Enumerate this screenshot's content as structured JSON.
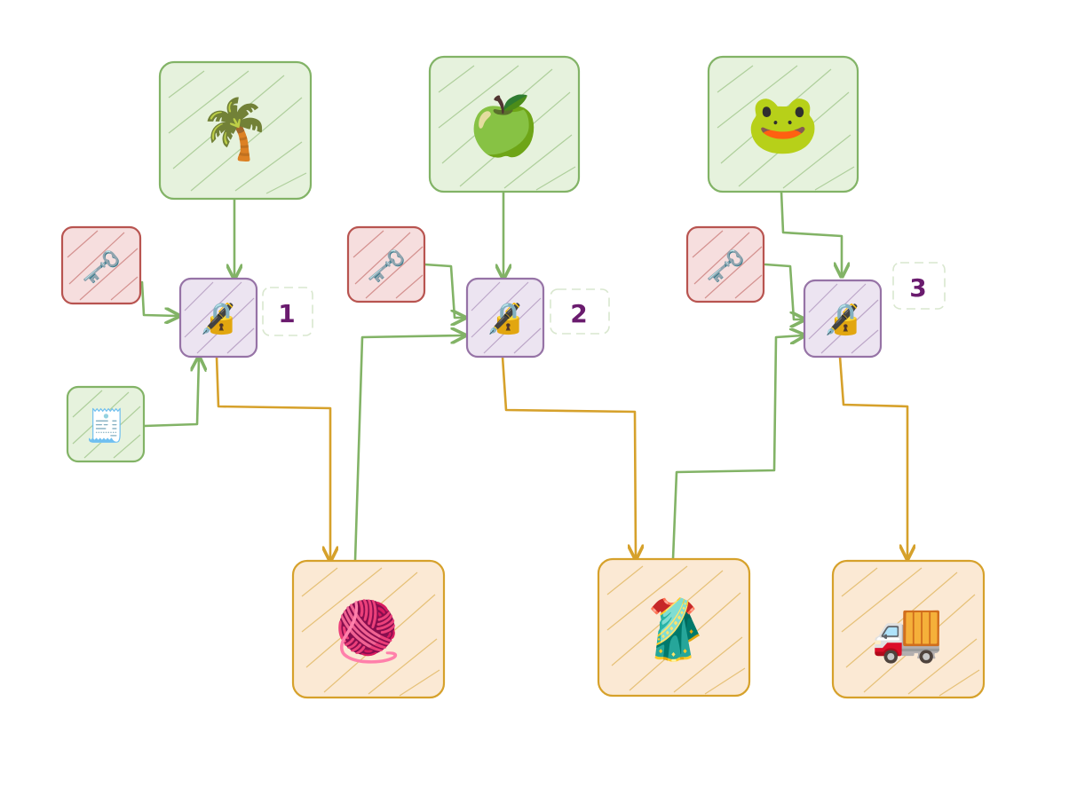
{
  "colors": {
    "green": "#82b366",
    "green_fill": "#e6f2dd",
    "red": "#b85450",
    "red_fill": "#f6dede",
    "purple": "#9673a6",
    "purple_fill": "#ece4f1",
    "orange": "#d6a12b",
    "orange_fill": "#fbe9d4",
    "label_box": "#d9e7cf",
    "label_text": "#6a1b6e"
  },
  "steps": [
    {
      "number": "1",
      "input": {
        "icon": "palm-tree-icon",
        "glyph": "🌴"
      },
      "key": {
        "icon": "old-key-icon",
        "glyph": "🗝️"
      },
      "receipt": {
        "icon": "receipt-icon",
        "glyph": "🧾"
      },
      "tool": {
        "icon": "locked-with-pen-icon",
        "glyph": "🔏"
      },
      "output": {
        "icon": "yarn-ball-icon",
        "glyph": "🧶"
      }
    },
    {
      "number": "2",
      "input": {
        "icon": "green-apple-icon",
        "glyph": "🍏"
      },
      "key": {
        "icon": "old-key-icon",
        "glyph": "🗝️"
      },
      "tool": {
        "icon": "locked-with-pen-icon",
        "glyph": "🔏"
      },
      "output": {
        "icon": "sari-icon",
        "glyph": "🥻"
      }
    },
    {
      "number": "3",
      "input": {
        "icon": "frog-icon",
        "glyph": "🐸"
      },
      "key": {
        "icon": "old-key-icon",
        "glyph": "🗝️"
      },
      "tool": {
        "icon": "locked-with-pen-icon",
        "glyph": "🔏"
      },
      "output": {
        "icon": "delivery-truck-icon",
        "glyph": "🚚"
      }
    }
  ]
}
